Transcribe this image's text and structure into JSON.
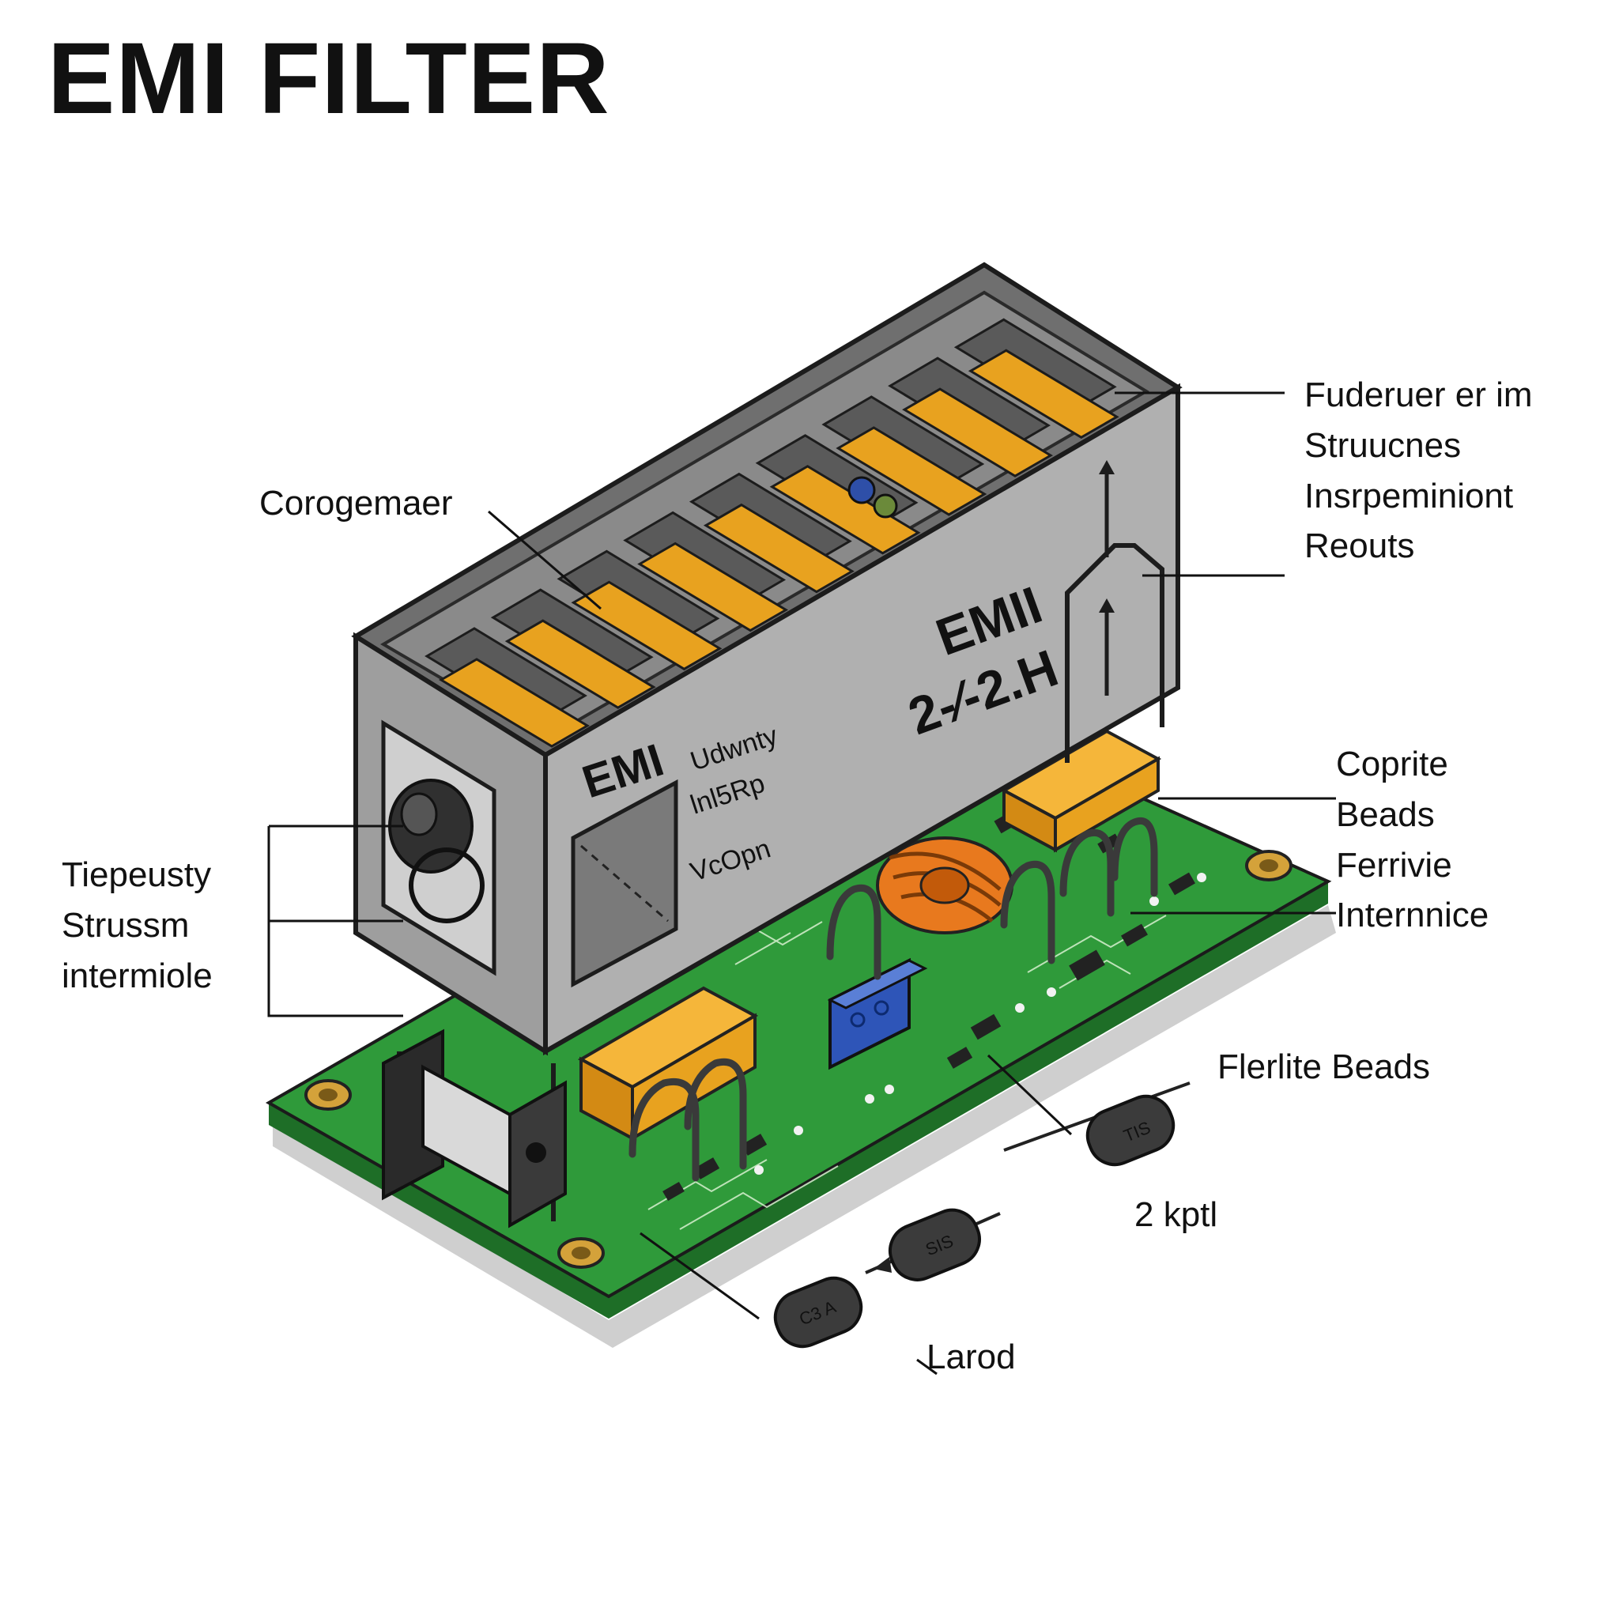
{
  "title": "EMI FILTER",
  "colors": {
    "housing_front": "#a8a8a8",
    "housing_top": "#6f6f6f",
    "fin_orange": "#e8a21f",
    "pcb_green": "#2f9a3a",
    "pcb_edge": "#1e6e27",
    "coil_orange": "#e8791e",
    "cap_blue": "#2e55b8",
    "bead_gray": "#3b3b3b"
  },
  "housing": {
    "left_marking": "EMI",
    "part_marking": "EMII",
    "part_code": "2-⁄-2.H",
    "plate_lines": [
      "Udwnty",
      "lnl5Rp",
      "VcOpn"
    ]
  },
  "labels": {
    "corogemaer": "Corogemaer",
    "top_right": [
      "Fuderuer er im",
      "Struucnes",
      "Insrpeminiont",
      "Reouts"
    ],
    "left": [
      "Tiepeusty",
      "Strussm",
      "intermiole"
    ],
    "mid_right": [
      "Coprite",
      "Beads",
      "Ferrivie",
      "Internnice"
    ],
    "ferrite_beads": "Flerlite Beads",
    "kptl": "2 kptl",
    "larod": "Larod"
  },
  "bead_markings": [
    "TIS",
    "SIS",
    "C3 A"
  ]
}
